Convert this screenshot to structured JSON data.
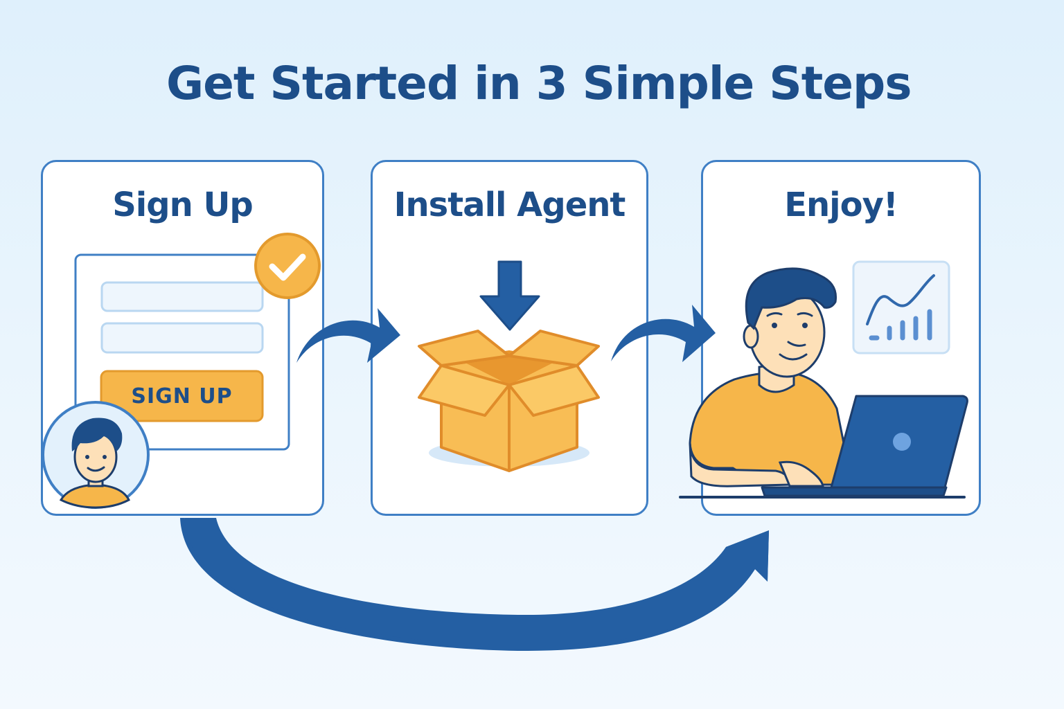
{
  "title": "Get Started in 3 Simple Steps",
  "steps": [
    {
      "label": "Sign Up",
      "button_label": "SIGN UP"
    },
    {
      "label": "Install Agent"
    },
    {
      "label": "Enjoy!"
    }
  ],
  "icons": [
    "checkmark-icon",
    "user-avatar-icon",
    "download-arrow-icon",
    "open-box-icon",
    "person-with-laptop-icon",
    "line-chart-icon"
  ],
  "colors": {
    "title": "#1d4e89",
    "card_border": "#3f7fc5",
    "arrow": "#245fa3",
    "accent_orange": "#f6b64a",
    "box_orange": "#f8bd55"
  }
}
